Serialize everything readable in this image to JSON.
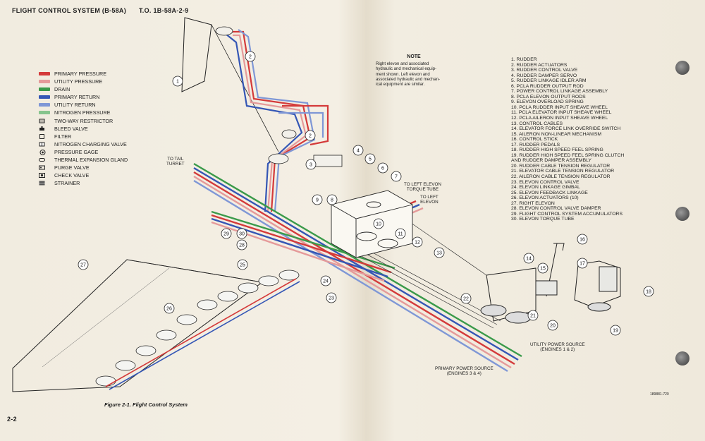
{
  "header": {
    "section_title": "FLIGHT CONTROL SYSTEM (B-58A)",
    "manual_number": "T.O. 1B-58A-2-9"
  },
  "legend": {
    "lines": [
      {
        "label": "PRIMARY PRESSURE",
        "color": "#d43a3a"
      },
      {
        "label": "UTILITY PRESSURE",
        "color": "#e59a9a"
      },
      {
        "label": "DRAIN",
        "color": "#3a9a4a"
      },
      {
        "label": "PRIMARY RETURN",
        "color": "#3456b5"
      },
      {
        "label": "UTILITY RETURN",
        "color": "#7f97d6"
      },
      {
        "label": "NITROGEN PRESSURE",
        "color": "#86c48d"
      }
    ],
    "symbols": [
      {
        "label": "TWO-WAY RESTRICTOR",
        "icon": "restrictor-icon"
      },
      {
        "label": "BLEED VALVE",
        "icon": "bleed-valve-icon"
      },
      {
        "label": "FILTER",
        "icon": "filter-icon"
      },
      {
        "label": "NITROGEN CHARGING VALVE",
        "icon": "charging-valve-icon"
      },
      {
        "label": "PRESSURE GAGE",
        "icon": "pressure-gage-icon"
      },
      {
        "label": "THERMAL EXPANSION GLAND",
        "icon": "expansion-gland-icon"
      },
      {
        "label": "PURGE VALVE",
        "icon": "purge-valve-icon"
      },
      {
        "label": "CHECK VALVE",
        "icon": "check-valve-icon"
      },
      {
        "label": "STRAINER",
        "icon": "strainer-icon"
      }
    ]
  },
  "note": {
    "heading": "NOTE",
    "lines": [
      "Right elevon and associated",
      "hydraulic and mechanical equip-",
      "ment shown. Left elevon and",
      "associated hydraulic and mechan-",
      "ical equipment are similar."
    ]
  },
  "parts_list": [
    "1.  RUDDER",
    "2.  RUDDER ACTUATORS",
    "3.  RUDDER CONTROL VALVE",
    "4.  RUDDER DAMPER SERVO",
    "5.  RUDDER LINKAGE IDLER ARM",
    "6.  PCLA RUDDER OUTPUT ROD",
    "7.  POWER CONTROL LINKAGE ASSEMBLY",
    "8.  PCLA ELEVON OUTPUT RODS",
    "9.  ELEVON OVERLOAD SPRING",
    "10.  PCLA RUDDER INPUT SHEAVE WHEEL",
    "11.  PCLA ELEVATOR INPUT SHEAVE WHEEL",
    "12.  PCLA AILERON INPUT SHEAVE WHEEL",
    "13.  CONTROL CABLES",
    "14.  ELEVATOR FORCE LINK OVERRIDE SWITCH",
    "15.  AILERON NON-LINEAR MECHANISM",
    "16.  CONTROL STICK",
    "17.  RUDDER PEDALS",
    "18.  RUDDER HIGH SPEED FEEL SPRING",
    "19.  RUDDER HIGH SPEED FEEL SPRING CLUTCH",
    "      AND RUDDER DAMPER ASSEMBLY",
    "20.  RUDDER CABLE TENSION REGULATOR",
    "21.  ELEVATOR CABLE TENSION REGULATOR",
    "22.  AILERON CABLE TENSION REGULATOR",
    "23.  ELEVON CONTROL VALVE",
    "24.  ELEVON LINKAGE GIMBAL",
    "25.  ELEVON FEEDBACK LINKAGE",
    "26.  ELEVON ACTUATORS (10)",
    "27.  RIGHT ELEVON",
    "28.  ELEVON CONTROL VALVE DAMPER",
    "29.  FLIGHT CONTROL SYSTEM ACCUMULATORS",
    "30.  ELEVON TORQUE TUBE"
  ],
  "diagram_labels": {
    "to_tail_turret": [
      "TO TAIL",
      "TURRET"
    ],
    "to_left_elevon_torque_tube": [
      "TO LEFT ELEVON",
      "TORQUE TUBE"
    ],
    "to_left_elevon": [
      "TO LEFT",
      "ELEVON"
    ],
    "utility_power_source": [
      "UTILITY POWER SOURCE",
      "(ENGINES 1 & 2)"
    ],
    "primary_power_source": [
      "PRIMARY POWER SOURCE",
      "(ENGINES 3 & 4)"
    ]
  },
  "callouts": [
    "1",
    "2",
    "2",
    "3",
    "4",
    "5",
    "6",
    "7",
    "8",
    "9",
    "10",
    "11",
    "12",
    "13",
    "14",
    "15",
    "16",
    "17",
    "18",
    "19",
    "20",
    "21",
    "22",
    "23",
    "24",
    "25",
    "26",
    "27",
    "28",
    "29",
    "30"
  ],
  "figure_caption": "Figure 2-1.  Flight Control System",
  "page_number": "2-2",
  "drawing_number": "189881-720"
}
